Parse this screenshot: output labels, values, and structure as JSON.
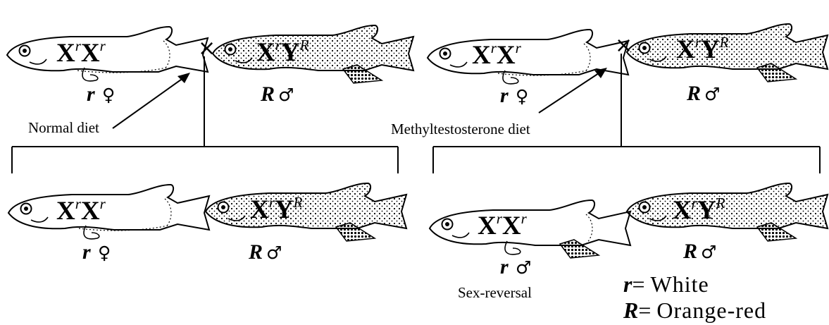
{
  "panels": [
    {
      "diet_label": "Normal diet",
      "parents": [
        {
          "genotype": {
            "a": "X",
            "a_sup": "r",
            "b": "X",
            "b_sup": "r"
          },
          "phenotype": "r",
          "sex_symbol": "♀",
          "pattern": "plain"
        },
        {
          "genotype": {
            "a": "X",
            "a_sup": "r",
            "b": "Y",
            "b_sup": "R"
          },
          "phenotype": "R",
          "sex_symbol": "♂",
          "pattern": "dotted"
        }
      ],
      "offspring": [
        {
          "genotype": {
            "a": "X",
            "a_sup": "r",
            "b": "X",
            "b_sup": "r"
          },
          "phenotype": "r",
          "sex_symbol": "♀",
          "pattern": "plain"
        },
        {
          "genotype": {
            "a": "X",
            "a_sup": "r",
            "b": "Y",
            "b_sup": "R"
          },
          "phenotype": "R",
          "sex_symbol": "♂",
          "pattern": "dotted"
        }
      ]
    },
    {
      "diet_label": "Methyltestosterone diet",
      "parents": [
        {
          "genotype": {
            "a": "X",
            "a_sup": "r",
            "b": "X",
            "b_sup": "r"
          },
          "phenotype": "r",
          "sex_symbol": "♀",
          "pattern": "plain"
        },
        {
          "genotype": {
            "a": "X",
            "a_sup": "r",
            "b": "Y",
            "b_sup": "R"
          },
          "phenotype": "R",
          "sex_symbol": "♂",
          "pattern": "dotted"
        }
      ],
      "offspring": [
        {
          "genotype": {
            "a": "X",
            "a_sup": "r",
            "b": "X",
            "b_sup": "r"
          },
          "phenotype": "r",
          "sex_symbol": "♂",
          "pattern": "plain",
          "note": "Sex-reversal"
        },
        {
          "genotype": {
            "a": "X",
            "a_sup": "r",
            "b": "Y",
            "b_sup": "R"
          },
          "phenotype": "R",
          "sex_symbol": "♂",
          "pattern": "dotted"
        }
      ]
    }
  ],
  "cross_symbol": "×",
  "legend": [
    {
      "key": "r",
      "value": "White"
    },
    {
      "key": "R",
      "value": "Orange-red"
    }
  ]
}
